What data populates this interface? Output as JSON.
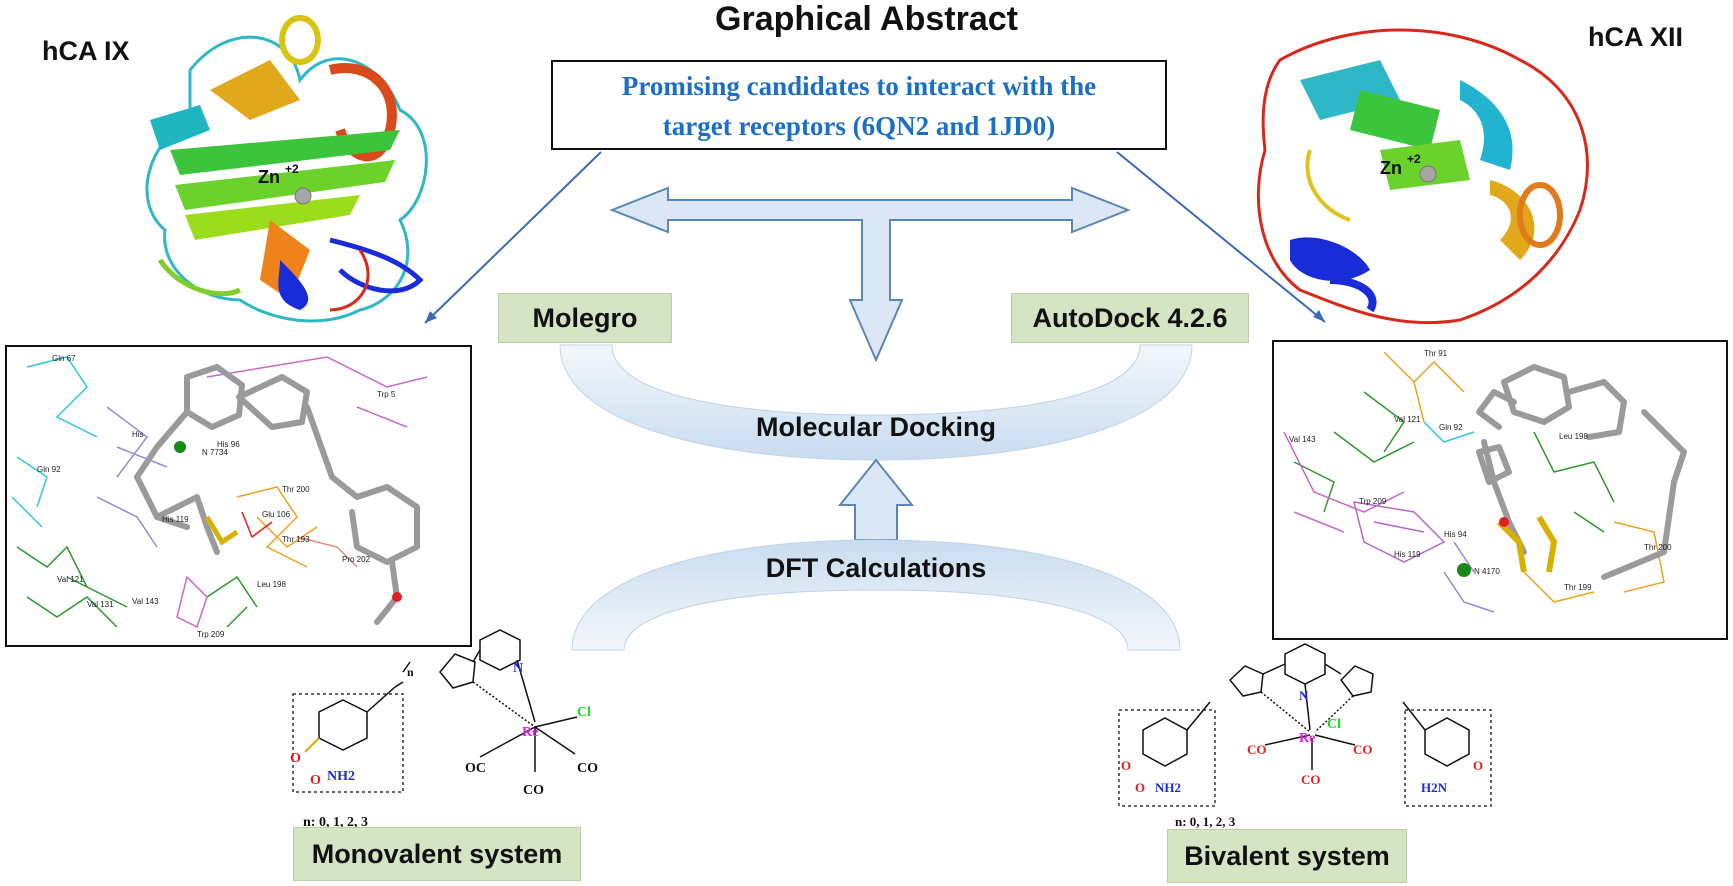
{
  "title": "Graphical Abstract",
  "subtitle_lines": [
    "Promising candidates to interact with the",
    "target receptors (6QN2 and 1JD0)"
  ],
  "proteins": {
    "left": {
      "name": "hCA IX",
      "metal": "Zn",
      "metal_charge": "+2"
    },
    "right": {
      "name": "hCA XII",
      "metal": "Zn",
      "metal_charge": "+2"
    }
  },
  "methods": {
    "left_tool": "Molegro",
    "right_tool": "AutoDock 4.2.6",
    "docking": "Molecular Docking",
    "dft": "DFT Calculations"
  },
  "systems": {
    "mono": "Monovalent system",
    "bi": "Bivalent system",
    "n_values_mono": "n: 0, 1, 2, 3",
    "n_values_bi": "n: 0, 1, 2, 3"
  },
  "chem": {
    "nh2": "NH2",
    "h2n": "H2N",
    "re": "Re",
    "cl": "Cl",
    "co": "CO",
    "oc": "OC",
    "n": "N",
    "nsub": "n"
  },
  "left_panel_labels": [
    "Gln 67",
    "Trp 5",
    "His 96",
    "His",
    "Gln 92",
    "N 7734",
    "Thr 200",
    "Glu 106",
    "His 119",
    "Thr 193",
    "Val 121",
    "Pro 202",
    "Leu 198",
    "Val 131",
    "Val 143",
    "Trp 209"
  ],
  "right_panel_labels": [
    "Thr 91",
    "Val 121",
    "Gln 92",
    "Val 143",
    "Leu 198",
    "Trp 209",
    "His 94",
    "His 119",
    "N 4170",
    "Thr 200",
    "Thr 199"
  ],
  "colors": {
    "subtitle_text": "#1d6fc5",
    "green_box_fill": "#d5e5c4",
    "arrow_fill": "#dbe7f4",
    "arrow_stroke": "#5b86b8",
    "connector_line": "#3b68b8"
  }
}
